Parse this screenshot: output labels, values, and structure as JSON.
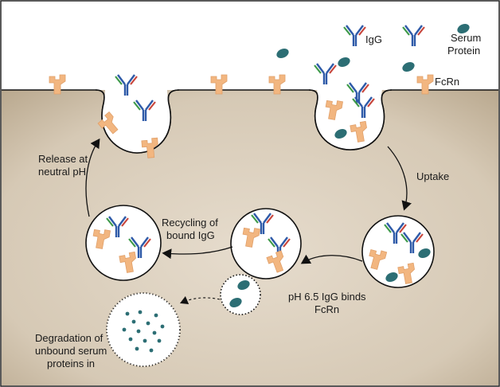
{
  "labels": {
    "igg": "IgG",
    "serum_line1": "Serum",
    "serum_line2": "Protein",
    "fcrn": "FcRn",
    "release_line1": "Release at",
    "release_line2": "neutral pH",
    "uptake": "Uptake",
    "recycling_line1": "Recycling of",
    "recycling_line2": "bound IgG",
    "binds_line1": "pH 6.5 IgG binds",
    "binds_line2": "FcRn",
    "degradation_line1": "Degradation of",
    "degradation_line2": "unbound serum",
    "degradation_line3": "proteins in"
  },
  "colors": {
    "cell_interior": "#d9cdbb",
    "cell_edge_shadow": "#b9a98f",
    "fcrn_receptor": "#f2b680",
    "serum_protein": "#2c6e74",
    "igg_heavy": "#2e5aa8",
    "igg_light_green": "#3e9a4a",
    "igg_light_red": "#c8463c",
    "vesicle_fill": "#ffffff",
    "outline": "#111111"
  },
  "icons": [
    "igg-antibody-icon",
    "serum-protein-icon",
    "fcrn-receptor-icon"
  ]
}
